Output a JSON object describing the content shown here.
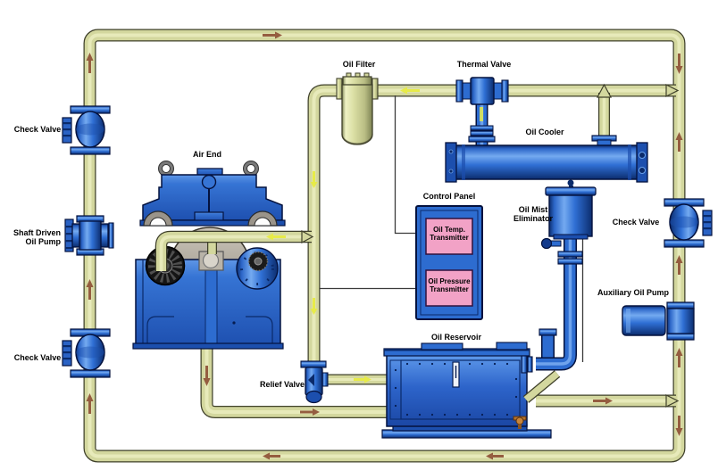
{
  "labels": {
    "check_valve_top_left": "Check Valve",
    "shaft_driven_oil_pump": "Shaft Driven Oil Pump",
    "check_valve_bottom_left": "Check Valve",
    "air_end": "Air End",
    "oil_filter": "Oil Filter",
    "thermal_valve": "Thermal Valve",
    "oil_cooler": "Oil Cooler",
    "control_panel": "Control Panel",
    "oil_temp_transmitter": "Oil Temp. Transmitter",
    "oil_pressure_transmitter": "Oil Pressure Transmitter",
    "oil_mist_eliminator": "Oil Mist Eliminator",
    "check_valve_right": "Check Valve",
    "auxiliary_oil_pump": "Auxiliary Oil Pump",
    "oil_reservoir": "Oil Reservoir",
    "relief_valve": "Relief Valve"
  },
  "colors": {
    "background": "#ffffff",
    "pipe_body": "#d3d79e",
    "pipe_highlight": "#ecefc0",
    "pipe_outline": "#3f402a",
    "equipment_blue": "#2d6cd0",
    "equipment_blue_dark": "#0c2d6e",
    "panel_pink": "#f2a2c6",
    "dome_gray": "#a8a296",
    "flow_arrow_dark": "#8a4a30",
    "flow_arrow_yellow": "#e8ec44"
  }
}
